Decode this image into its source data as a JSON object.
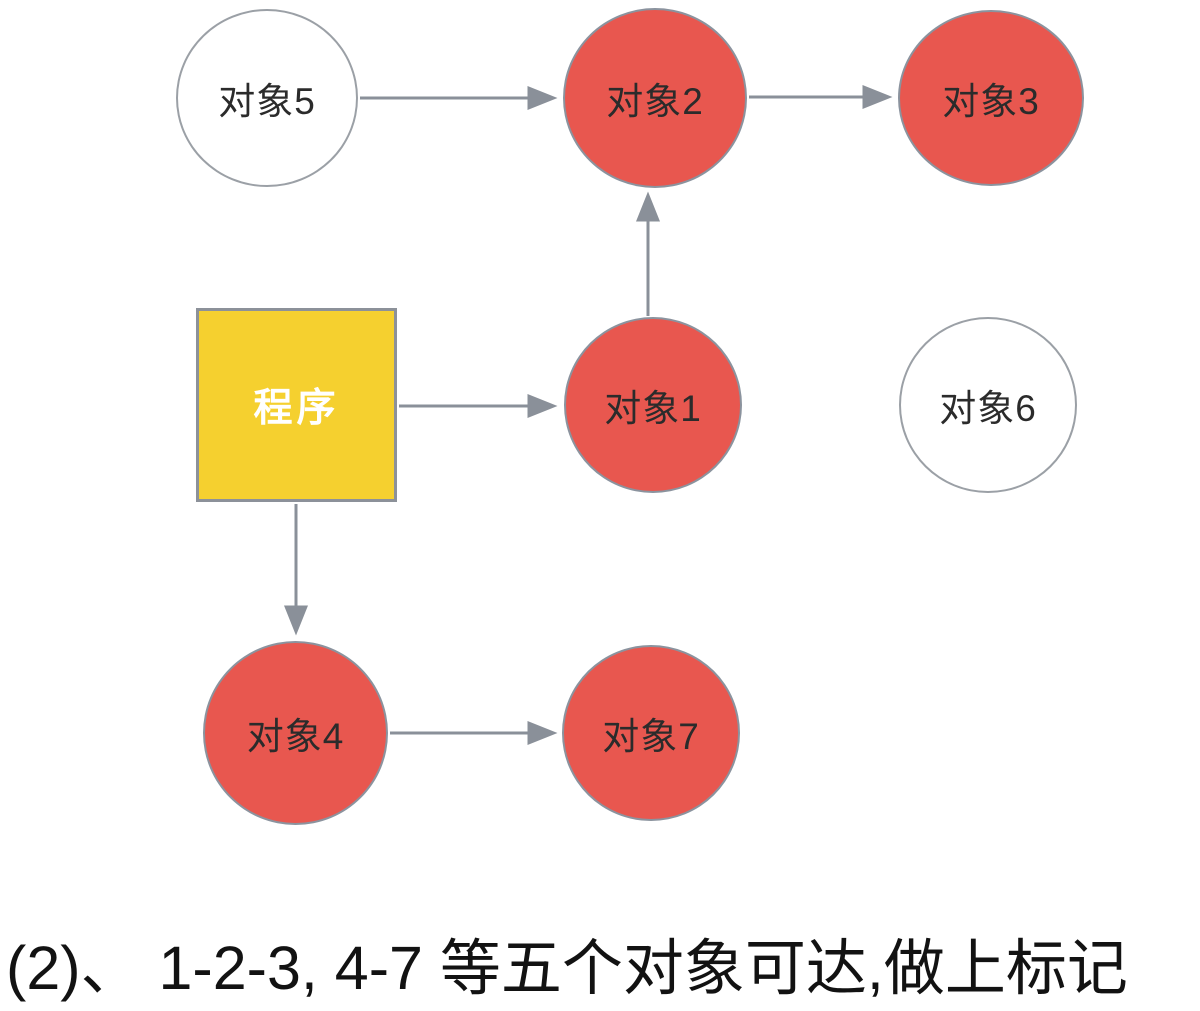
{
  "diagram": {
    "type": "gc-reachability-graph",
    "nodes": [
      {
        "id": "obj5",
        "label": "对象5",
        "shape": "circle",
        "fill": "#ffffff",
        "reachable": false
      },
      {
        "id": "obj2",
        "label": "对象2",
        "shape": "circle",
        "fill": "#e8574f",
        "reachable": true
      },
      {
        "id": "obj3",
        "label": "对象3",
        "shape": "circle",
        "fill": "#e8574f",
        "reachable": true
      },
      {
        "id": "program",
        "label": "程序",
        "shape": "square",
        "fill": "#f5d02f",
        "reachable": true
      },
      {
        "id": "obj1",
        "label": "对象1",
        "shape": "circle",
        "fill": "#e8574f",
        "reachable": true
      },
      {
        "id": "obj6",
        "label": "对象6",
        "shape": "circle",
        "fill": "#ffffff",
        "reachable": false
      },
      {
        "id": "obj4",
        "label": "对象4",
        "shape": "circle",
        "fill": "#e8574f",
        "reachable": true
      },
      {
        "id": "obj7",
        "label": "对象7",
        "shape": "circle",
        "fill": "#e8574f",
        "reachable": true
      }
    ],
    "edges": [
      {
        "from": "obj5",
        "to": "obj2"
      },
      {
        "from": "obj2",
        "to": "obj3"
      },
      {
        "from": "obj1",
        "to": "obj2"
      },
      {
        "from": "program",
        "to": "obj1"
      },
      {
        "from": "program",
        "to": "obj4"
      },
      {
        "from": "obj4",
        "to": "obj7"
      }
    ],
    "colors": {
      "reachable_fill": "#e8574f",
      "unreachable_fill": "#ffffff",
      "root_fill": "#f5d02f",
      "node_border": "#8b939e",
      "arrow": "#8a9099",
      "label": "#2b2b2b",
      "root_label": "#ffffff"
    }
  },
  "caption": "(2)、 1-2-3, 4-7 等五个对象可达,做上标记"
}
